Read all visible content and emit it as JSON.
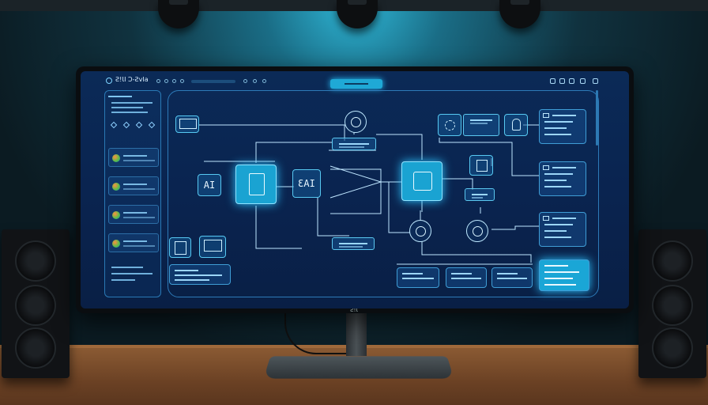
{
  "app": {
    "title": "Ƨ!ƖI Ɔ-ƧvIa",
    "bezel_logo": "Ƨ!Ɩ"
  },
  "canvas": {
    "ai_node_label": "AI",
    "ai_node_label_2": "ƐAI"
  },
  "colors": {
    "accent": "#1aa3d2",
    "screen_bg": "#0a2450",
    "wall_glow": "#2fb8d8"
  }
}
